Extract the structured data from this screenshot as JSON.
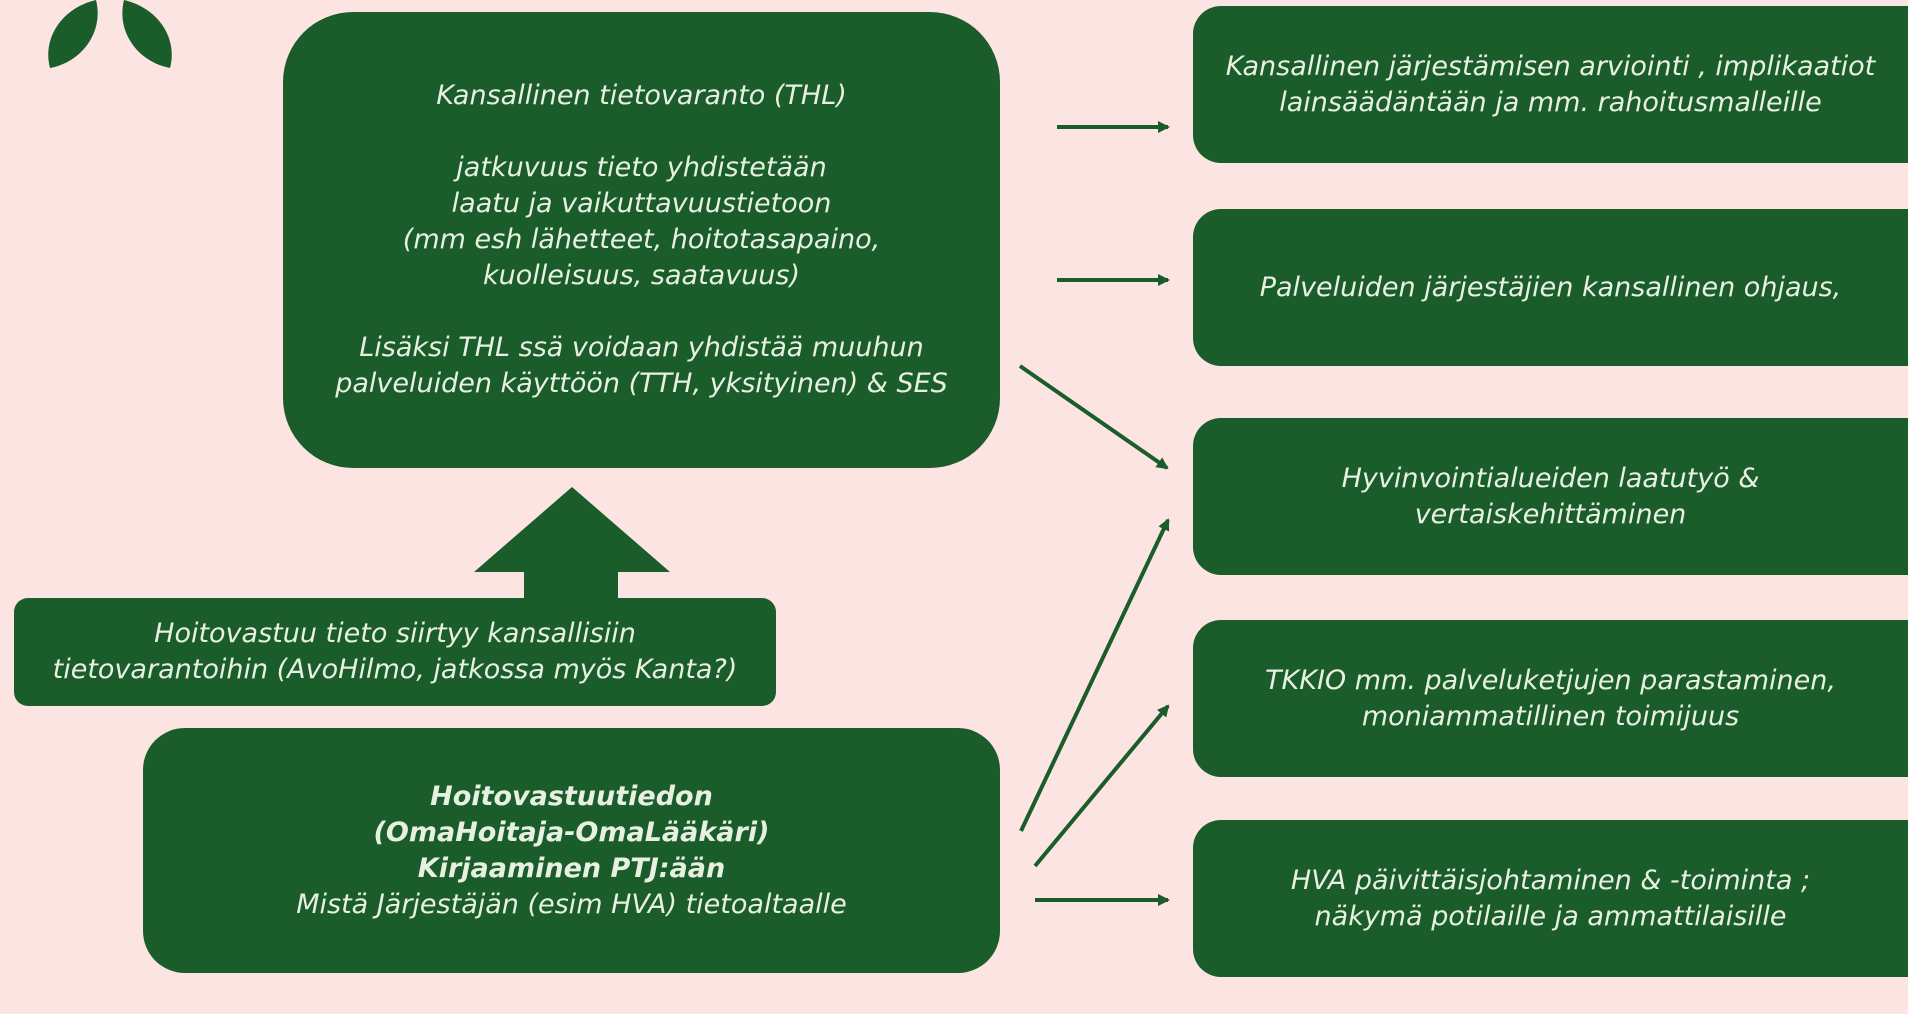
{
  "colors": {
    "background": "#fce4e2",
    "box": "#1a5c2a",
    "text": "#e8f0e2",
    "arrow": "#1a5c2a"
  },
  "logo": {
    "icon": "leaf-pair-icon"
  },
  "national_repository": {
    "title": "Kansallinen tietovaranto (THL)",
    "para1": [
      "jatkuvuus tieto yhdistetään",
      "laatu ja vaikuttavuustietoon",
      "(mm esh lähetteet, hoitotasapaino,",
      "kuolleisuus, saatavuus)"
    ],
    "para2": [
      "Lisäksi THL ssä voidaan yhdistää muuhun",
      "palveluiden käyttöön (TTH, yksityinen) & SES"
    ]
  },
  "transfer_box": {
    "lines": [
      "Hoitovastuu tieto siirtyy kansallisiin",
      "tietovarantoihin (AvoHilmo, jatkossa myös Kanta?)"
    ]
  },
  "recording_box": {
    "bold_lines": [
      "Hoitovastuutiedon",
      "(OmaHoitaja-OmaLääkäri)",
      "Kirjaaminen PTJ:ään"
    ],
    "line": "Mistä Järjestäjän (esim HVA) tietoaltaalle"
  },
  "outcomes": [
    {
      "lines": [
        "Kansallinen järjestämisen arviointi , implikaatiot",
        "lainsäädäntään ja mm. rahoitusmalleille"
      ]
    },
    {
      "lines": [
        "Palveluiden järjestäjien kansallinen ohjaus,"
      ]
    },
    {
      "lines": [
        "Hyvinvointialueiden laatutyö &",
        "vertaiskehittäminen"
      ]
    },
    {
      "lines": [
        "TKKIO  mm. palveluketjujen parastaminen,",
        "moniammatillinen toimijuus"
      ]
    },
    {
      "lines": [
        "HVA päivittäisjohtaminen & -toiminta ;",
        "näkymä potilaille ja ammattilaisille"
      ]
    }
  ]
}
